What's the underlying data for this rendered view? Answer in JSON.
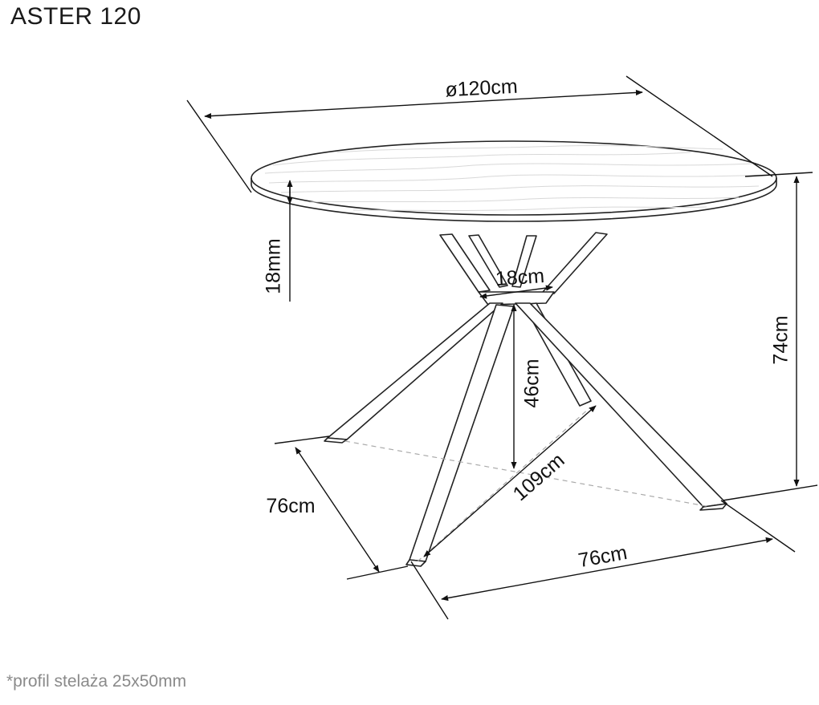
{
  "title": "ASTER 120",
  "footnote": "*profil stelaża 25x50mm",
  "dimensions": {
    "top_diameter": "ø120cm",
    "top_thickness": "18mm",
    "hub_width": "18cm",
    "total_height": "74cm",
    "leg_spread_height": "46cm",
    "diagonal": "109cm",
    "depth": "76cm",
    "width": "76cm"
  }
}
